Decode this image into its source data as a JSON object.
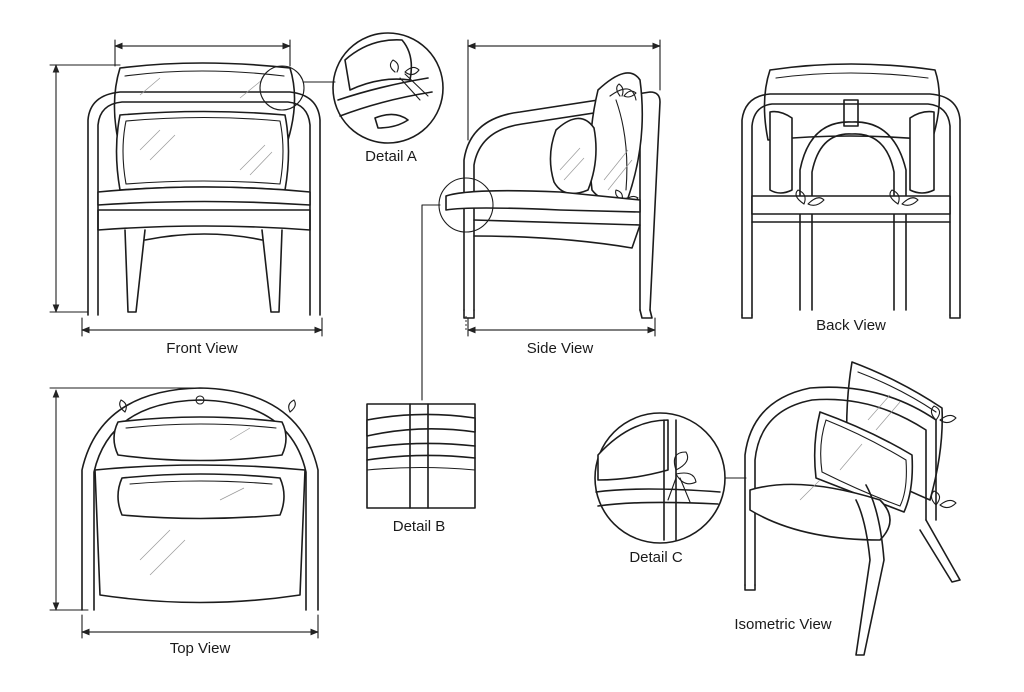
{
  "labels": {
    "front": "Front View",
    "side": "Side View",
    "back": "Back View",
    "top": "Top View",
    "iso": "Isometric View",
    "detail_a": "Detail A",
    "detail_b": "Detail B",
    "detail_c": "Detail C"
  }
}
